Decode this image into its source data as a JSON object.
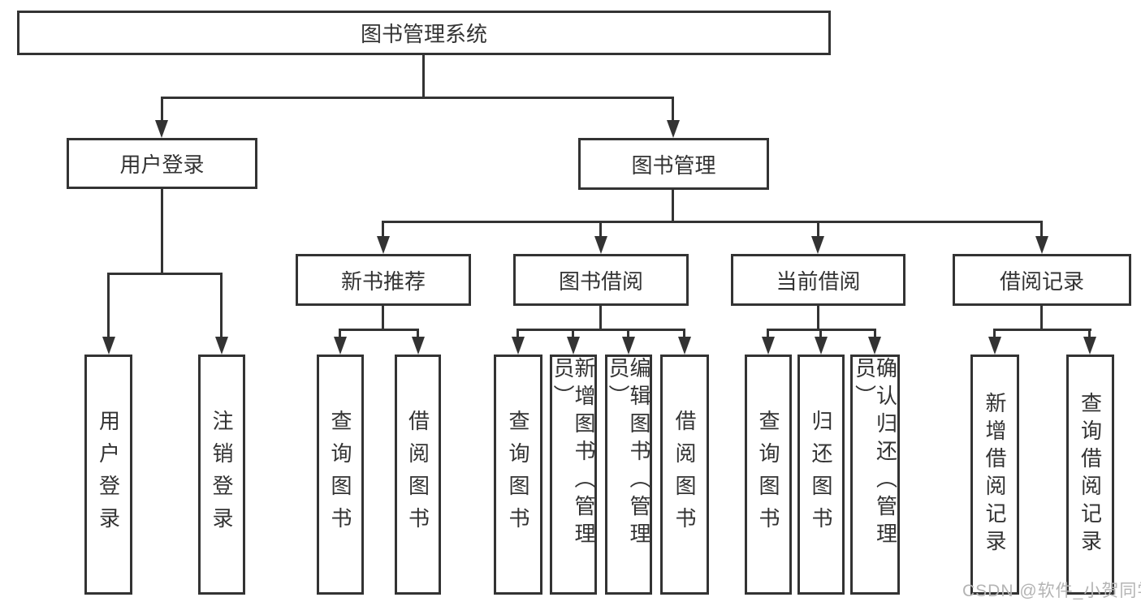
{
  "tree": {
    "root": "图书管理系统",
    "children": [
      {
        "label": "用户登录",
        "children": [
          "用户登录",
          "注销登录"
        ]
      },
      {
        "label": "图书管理",
        "children": [
          {
            "label": "新书推荐",
            "children": [
              "查询图书",
              "借阅图书"
            ]
          },
          {
            "label": "图书借阅",
            "children": [
              "查询图书",
              "新增图书（管理员）",
              "编辑图书（管理员）",
              "借阅图书"
            ]
          },
          {
            "label": "当前借阅",
            "children": [
              "查询图书",
              "归还图书",
              "确认归还（管理员）"
            ]
          },
          {
            "label": "借阅记录",
            "children": [
              "新增借阅记录",
              "查询借阅记录"
            ]
          }
        ]
      }
    ]
  },
  "colors": {
    "line": "#333333",
    "box_border": "#333333",
    "text": "#333333",
    "watermark": "#b4b4b4",
    "background": "#ffffff"
  },
  "watermark": {
    "text": "CSDN @软件_小贺同学"
  }
}
